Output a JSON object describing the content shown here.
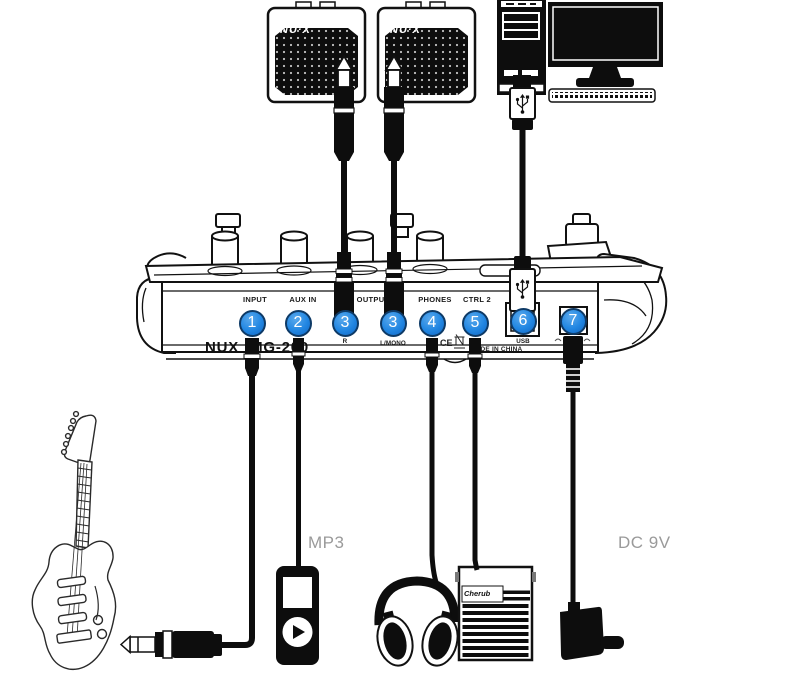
{
  "pedal": {
    "brand": "NUX",
    "model": "MG-200",
    "made_in": "MADE IN CHINA",
    "ce_mark": "CE"
  },
  "panel_labels": {
    "input": "INPUT",
    "aux_in": "AUX IN",
    "output": "OUTPUT",
    "phones": "PHONES",
    "ctrl2": "CTRL 2",
    "output_r": "R",
    "output_l": "L/MONO",
    "usb": "USB",
    "dc": "DC 9V"
  },
  "ports": [
    {
      "num": "1",
      "name": "INPUT"
    },
    {
      "num": "2",
      "name": "AUX IN"
    },
    {
      "num": "3",
      "name": "OUTPUT R"
    },
    {
      "num": "3",
      "name": "OUTPUT L/MONO"
    },
    {
      "num": "4",
      "name": "PHONES"
    },
    {
      "num": "5",
      "name": "CTRL 2"
    },
    {
      "num": "6",
      "name": "USB"
    },
    {
      "num": "7",
      "name": "DC 9V"
    }
  ],
  "amps": {
    "logo": "NU·X"
  },
  "peripherals": {
    "mp3_label": "MP3",
    "dc9v_label": "DC 9V",
    "footswitch_brand": "Cherub"
  },
  "colors": {
    "marker_blue": "#2186e2",
    "marker_border": "#0e3a66",
    "line_art": "#111111",
    "gray_label": "#9a9a9a"
  }
}
